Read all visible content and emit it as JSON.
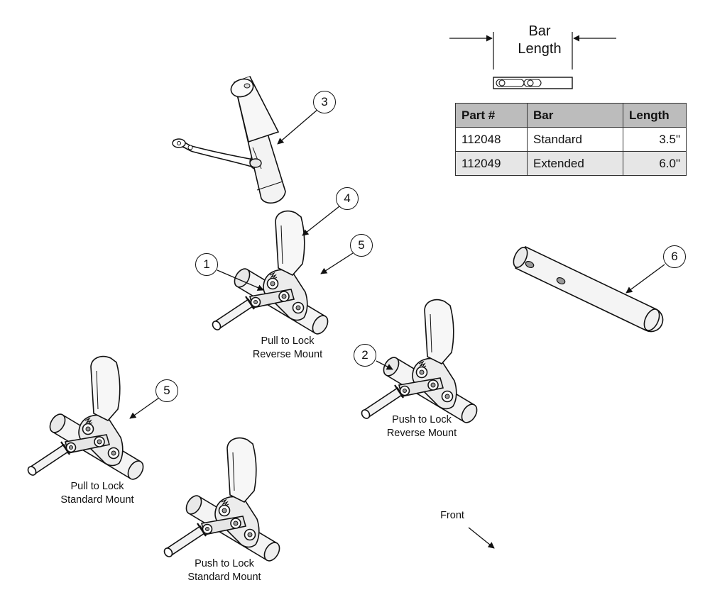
{
  "bar_length_label": "Bar\nLength",
  "table": {
    "headers": [
      "Part #",
      "Bar",
      "Length"
    ],
    "rows": [
      [
        "112048",
        "Standard",
        "3.5\""
      ],
      [
        "112049",
        "Extended",
        "6.0\""
      ]
    ]
  },
  "callouts": [
    "1",
    "2",
    "3",
    "4",
    "5",
    "5",
    "6"
  ],
  "labels": {
    "pull_reverse": "Pull to Lock\nReverse Mount",
    "push_reverse": "Push to Lock\nReverse Mount",
    "pull_standard": "Pull to Lock\nStandard Mount",
    "push_standard": "Push to Lock\nStandard Mount",
    "front": "Front"
  }
}
